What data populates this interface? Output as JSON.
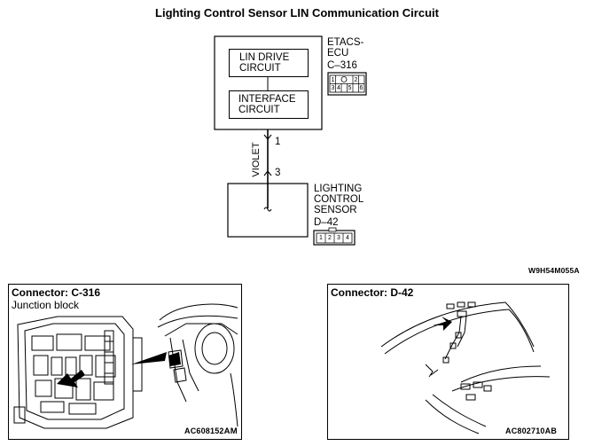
{
  "title": "Lighting Control Sensor LIN Communication Circuit",
  "ecu": {
    "name_line1": "ETACS-",
    "name_line2": "ECU",
    "connector": "C–316",
    "block1_line1": "LIN DRIVE",
    "block1_line2": "CIRCUIT",
    "block2_line1": "INTERFACE",
    "block2_line2": "CIRCUIT",
    "pins": [
      "1",
      "2",
      "3",
      "4",
      "5",
      "6"
    ]
  },
  "wire": {
    "color_label": "VIOLET",
    "pin_top": "1",
    "pin_bottom": "3"
  },
  "sensor": {
    "name_line1": "LIGHTING",
    "name_line2": "CONTROL",
    "name_line3": "SENSOR",
    "connector": "D–42",
    "pins": [
      "1",
      "2",
      "3",
      "4"
    ]
  },
  "diagram_code": "W9H54M055A",
  "panel_left": {
    "title": "Connector: C-316",
    "subtitle": "Junction block",
    "code": "AC608152",
    "code_suffix": "AM"
  },
  "panel_right": {
    "title": "Connector: D-42",
    "code": "AC802710AB"
  },
  "colors": {
    "line": "#000000",
    "background": "#ffffff"
  }
}
